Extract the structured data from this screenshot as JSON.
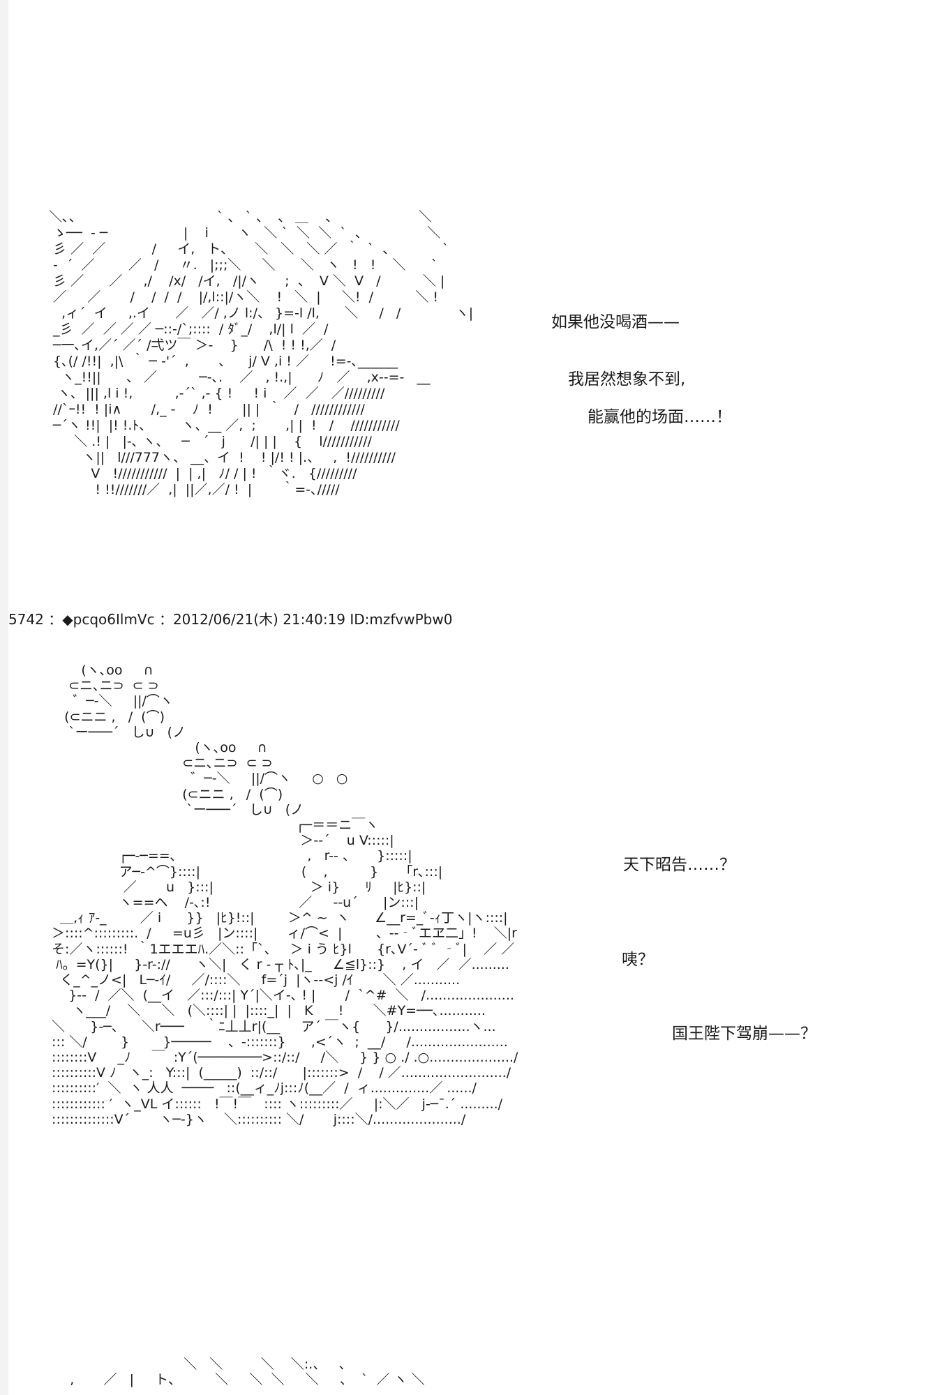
{
  "art_blocks": {
    "art1": "＼､、                                ` 、 ` 、  、 ＿    、                   ＼\n ゝ──  - ─                  |    i       ヽ   ＼ `  ＼  ＼  `  、              ＼\n 彡 ／  ／           /     イ,   ト、     ＼   ＼   ＼ ／  ｀  `  、           `\n -  ´  ／        ／   /     〃.   |;;;＼     ＼      ＼   ヽ   !   !    ＼      `\n 彡 ／      ／     ,/    /x/   /イ,   /|/ヽ      ;  、  V ＼  V   /          ＼ |\n ／     ／       /    /  /  /    |/,l::|/ヽ＼    !   ＼  |     ＼!  /          ＼ !\n   ,ィ´  イ     ,.イ      ／   ／/ ,ノ l:/、 }=-l /l,      ＼     /   /             ヽ|\n _彡  ／  ／ ／ ／ ─::-/`;::::  / ﾀﾞ_/    ,l/| l  ／  /\n ─一､イ,／´ ／´ /弌ツ￣ ＞-    }      /\\  ! ! !,／  /\n {､(/ /!!|  ,|\\  ｀ ─ ‐'´  ,       、    j/ V ,i ! ／     !=-､______\n   ヽ_!!||      、 ／          ─-､.    ／   , !.,|      ﾉ   ／    ,x‐‐=-   __\n  ヽ､  ||| ,l i !,          ,-´` ,- { !     ! i    ／  ／   ／/////////\n //`ｰ!!  ! |i∧       /,_ -    ﾉ  !       || |  ｀   /   ////////////\n ─´ヽ !!|  |! !.ﾄ、       ヽ、__ ／,  ;       ,| |  !   /    ///////////\n      ＼ .! |   |-､ ヽ、   ─   ´   j      /| | |    {    l///////////\n        ヽ||   l///777ヽ、 __、イ  !    ! |/! ! |.、   ,  !//////////\n          V   !///////////  |  | ,|   ﾉ/ / | !  ｀ヾ.   {/////////\n           ! !!///////／  ,|  ||／,／/ !  |       ｀=-､/////",
    "art2": "        (ヽ､oo     ∩\n     ⊂ニ､ニ⊃  ⊂ ⊃\n      ゛─-＼     ||/⌒ヽ\n    (⊂ニニ ,   /  (⌒)\n     `ー───´   し∪   (ノ\n                                   (ヽ､oo     ∩\n                                ⊂ニ､ニ⊃  ⊂ ⊃\n                                  ゛─-＼     ||/⌒ヽ     ○   ○\n                                (⊂ニニ ,   /  (⌒)\n                                 `ー───´   し∪   (ノ\n                                                           ┌─＝＝ニ￣ヽ\n                                                            ＞-‐´    u V:::::|\n                 ┌─‐─==､                               ,   r-- 、     }:::::|\n                 ア─-^⌒}::::|                        (    ,          }     「r､:::|\n                  ／       u   }:::|                       ＞ i}      ﾘ     |ﾋ}::|\n                 ヽ==ヘ    /‐､:!                     ／     ‐-u´      |ン:::|\n   ＿,ｨ ｱ-_        ／ i      }}   |ﾋ}!::|        ＞^ ~  ヽ      ∠__r=_ﾞ‐ｨ丁ヽ|ヽ::::|\n ＞::::^:::::::::.  /     =u彡   |ン::::|       ィ/⌒<  |        、‐-‐ﾞエヱ二」!    ＼|r\n そ:／ヽ::::::!  ｀1エエエﾊ.／＼::「`、   ＞ i う ﾋ}l      {r､V´‐ ﾞ ﾞ ‐ﾞ|    ／ ／\n  ﾊ。=Y(}|     }-r-://      ヽ＼|   く r ‐ ┬ ﾄ､|_     ∠≦l}::}    , イ   ／  ／.........\n   く_^_ノ<|   L─-ｲ/     ／/::::＼     f=´j  |ヽ‐-<j /ｲ       ＼ ／...........\n     }--  /  ／＼  (__イ   ／:::/:::| Y´|＼イ-､ ! |       /  `^#  ＼   /.....................\n      ヽ___/    ＼     ＼   (＼::::| |  |::::_|  |   K      !       ＼#Y=──､...........\n ＼      }-─、    ＼r───     ｀ﾆ丄丄r|(__     ア´ ￣ヽ{      }/.................ヽ...\n ::: ＼/        }        }─────    、-:::::::}      ,<´ヽ  ;  __/     /.......................\n ::::::::V     _ﾉ     ￣  :Y´(────────>::/::/     /＼     } } ○ ./ .○..................../\n ::::::::::V ﾉ   ヽ_:   Y:::|  (_____)  ::/::/      |:::::::>  /    / ／........................./\n ::::::::::′  ＼  ヽ 人人  ────   ::(__ィ_ﾉj:::ﾉ(__／  /  ィ..............／ ....../\n :::::::::::: ′  ヽ_VL イ::::::   !￣!￣   :::: ヽ:::::::::／     |:＼／   j-─¯.´ ........./\n ::::::::::::::V´       ヽ─-}ヽ    ＼:::::::::: ＼/       j::::＼/...................../",
    "art3": "                                ＼   ＼         ＼    ＼:.、   、\n     ,       ／   |     ト、        ＼     ＼  ＼     ＼     、  `  ／ ヽ ＼"
  },
  "dialogue": {
    "line1": "如果他没喝酒——",
    "line2": "我居然想象不到,",
    "line3": "能赢他的场面……！",
    "line4": "天下昭告……？",
    "line5": "咦？",
    "line6": "国王陛下驾崩——？"
  },
  "post_header": {
    "text": "5742 ：◆pcqo6IlmVc ：2012/06/21(木) 21:40:19 ID:mzfvwPbw0"
  }
}
